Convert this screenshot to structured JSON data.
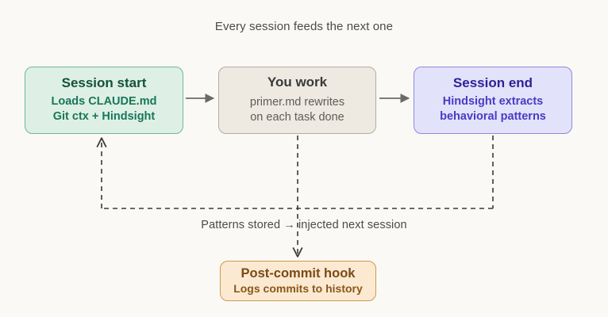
{
  "diagram": {
    "title_caption": "Every session feeds the next one",
    "mid_caption": "Patterns stored → injected next session",
    "background_color": "#faf9f6",
    "nodes": [
      {
        "id": "session-start",
        "title": "Session start",
        "sub_line1": "Loads CLAUDE.md",
        "sub_line2": "Git ctx + Hindsight",
        "fill": "#def0e6",
        "stroke": "#6fb79a",
        "title_color": "#14513c",
        "text_color": "#18775a"
      },
      {
        "id": "you-work",
        "title": "You work",
        "sub_line1": "primer.md rewrites",
        "sub_line2": "on each task done",
        "fill": "#eeeae2",
        "stroke": "#b3aca1",
        "title_color": "#3a3a36",
        "text_color": "#5e5c57"
      },
      {
        "id": "session-end",
        "title": "Session end",
        "sub_line1": "Hindsight extracts",
        "sub_line2": "behavioral patterns",
        "fill": "#e2e2fb",
        "stroke": "#8f8ad8",
        "title_color": "#2f1f96",
        "text_color": "#4a3bc4"
      },
      {
        "id": "post-commit",
        "title": "Post-commit hook",
        "sub_line1": "Logs commits to history",
        "sub_line2": "",
        "fill": "#fbe9d2",
        "stroke": "#cf9a4e",
        "title_color": "#7b4a15",
        "text_color": "#8a5718"
      }
    ],
    "connectors": [
      {
        "id": "start-to-work",
        "style": "solid",
        "color": "#6b6b66",
        "arrow": "end"
      },
      {
        "id": "work-to-end",
        "style": "solid",
        "color": "#6b6b66",
        "arrow": "end"
      },
      {
        "id": "feedback-loop",
        "style": "dashed",
        "color": "#3a3a36",
        "arrow": "end"
      },
      {
        "id": "end-to-bus",
        "style": "dashed",
        "color": "#3a3a36",
        "arrow": "none"
      },
      {
        "id": "work-to-hook",
        "style": "dashed",
        "color": "#3a3a36",
        "arrow": "end"
      }
    ]
  }
}
